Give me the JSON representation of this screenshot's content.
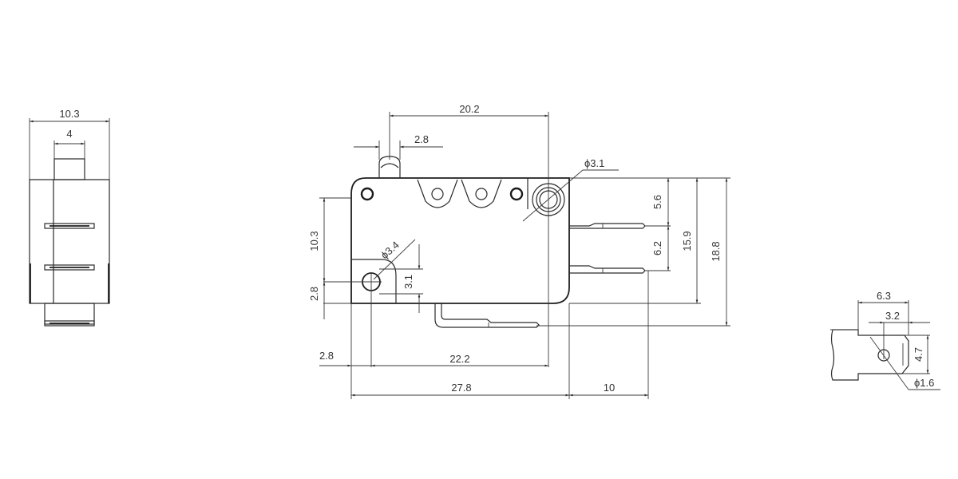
{
  "drawing": {
    "subject": "Microswitch dimensional drawing",
    "units": "mm",
    "side_view": {
      "overall_width": "10.3",
      "actuator_width": "4"
    },
    "front_view": {
      "actuator_to_terminal": "20.2",
      "actuator_width": "2.8",
      "pivot_hole_dia": "ϕ3.1",
      "mount_hole_dia": "ϕ3.4",
      "top_to_terminal1": "5.6",
      "terminal_spacing": "6.2",
      "top_to_body_bottom": "15.9",
      "top_to_lower_terminal": "18.8",
      "hole_height_from_top": "10.3",
      "hole_from_bottom": "2.8",
      "hole_slot_height": "3.1",
      "hole_from_left": "2.8",
      "hole_to_pivot": "22.2",
      "body_length": "27.8",
      "terminal_length": "10"
    },
    "terminal_detail": {
      "tab_length": "6.3",
      "hole_offset": "3.2",
      "tab_width": "4.7",
      "hole_dia": "ϕ1.6"
    }
  }
}
